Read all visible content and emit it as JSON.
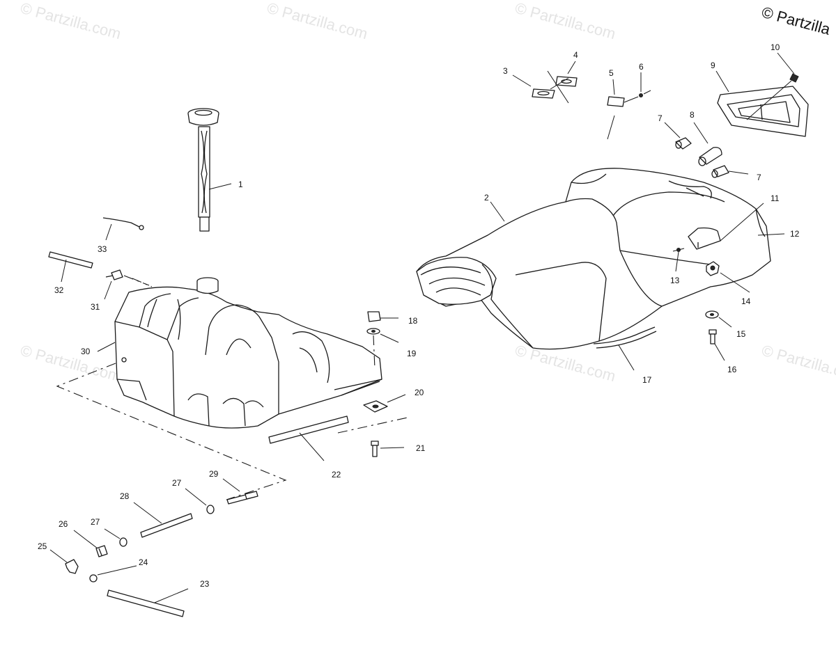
{
  "copyright_mark": "© Partzilla",
  "watermark_text": "© Partzilla.com",
  "callouts": {
    "c1": "1",
    "c2": "2",
    "c3": "3",
    "c4": "4",
    "c5": "5",
    "c6": "6",
    "c7a": "7",
    "c7b": "7",
    "c8": "8",
    "c9": "9",
    "c10": "10",
    "c11": "11",
    "c12": "12",
    "c13": "13",
    "c14": "14",
    "c15": "15",
    "c16": "16",
    "c17": "17",
    "c18": "18",
    "c19": "19",
    "c20": "20",
    "c21": "21",
    "c22": "22",
    "c23": "23",
    "c24": "24",
    "c25": "25",
    "c26": "26",
    "c27a": "27",
    "c27b": "27",
    "c28": "28",
    "c29": "29",
    "c30": "30",
    "c31": "31",
    "c32": "32",
    "c33": "33"
  },
  "colors": {
    "line": "#1a1a1a",
    "watermark": "#e4e4e4",
    "background": "#ffffff"
  }
}
